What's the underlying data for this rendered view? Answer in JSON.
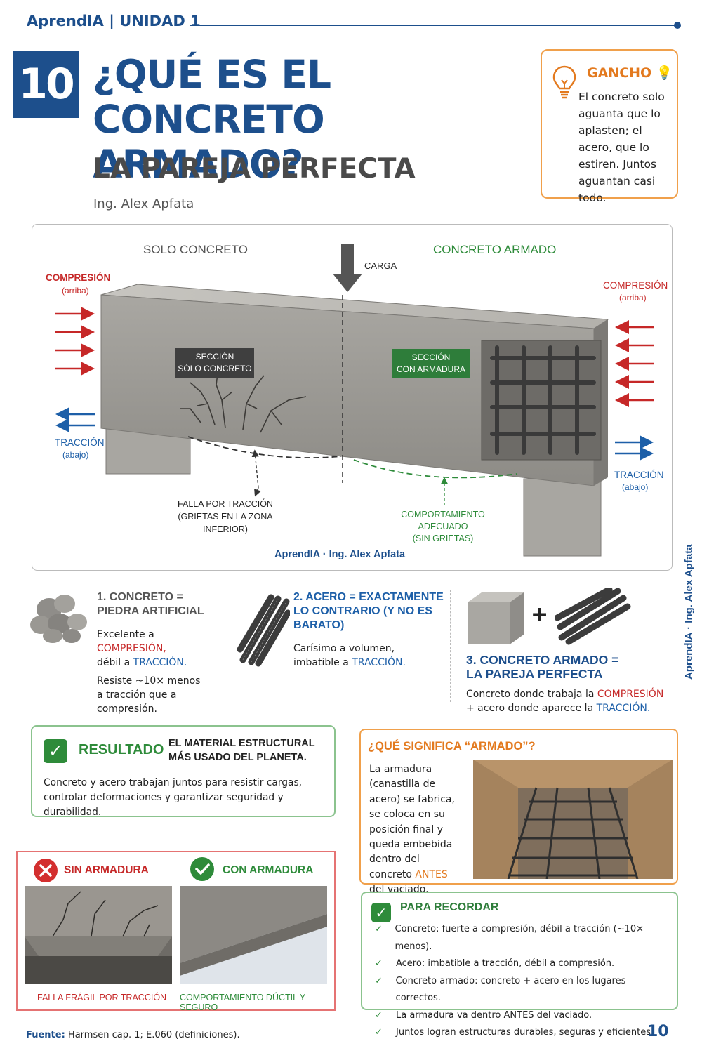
{
  "header": {
    "brand": "AprendIA | UNIDAD 1",
    "number": "10",
    "title_line1": "¿QUÉ ES EL",
    "title_line2": "CONCRETO ARMADO?",
    "subtitle": "LA PAREJA PERFECTA",
    "author": "Ing. Alex Apfata"
  },
  "gancho": {
    "title": "GANCHO 💡",
    "text": "El concreto solo aguanta que lo aplasten; el acero, que lo estiren. Juntos aguantan casi todo."
  },
  "diagram": {
    "left_title": "SOLO CONCRETO",
    "right_title": "CONCRETO ARMADO",
    "load": "CARGA",
    "comp_left": "COMPRESIÓN",
    "comp_left_sub": "(arriba)",
    "trac_left": "TRACCIÓN",
    "trac_left_sub": "(abajo)",
    "comp_right": "COMPRESIÓN",
    "comp_right_sub": "(arriba)",
    "trac_right": "TRACCIÓN",
    "trac_right_sub": "(abajo)",
    "tag_left_1": "SECCIÓN",
    "tag_left_2": "SÓLO CONCRETO",
    "tag_right_1": "SECCIÓN",
    "tag_right_2": "CON ARMADURA",
    "fail_1": "FALLA POR TRACCIÓN",
    "fail_2": "(GRIETAS EN LA ZONA INFERIOR)",
    "ok_1": "COMPORTAMIENTO ADECUADO",
    "ok_2": "(SIN GRIETAS)",
    "credit": "AprendIA · Ing. Alex Apfata"
  },
  "columns": [
    {
      "head1": "1. CONCRETO =",
      "head2": "PIEDRA ARTIFICIAL",
      "line1_a": "Excelente a ",
      "line1_b": "COMPRESIÓN,",
      "line2_a": "débil a ",
      "line2_b": "TRACCIÓN.",
      "line3": "Resiste ~10× menos",
      "line4": "a tracción que a compresión."
    },
    {
      "head1": "2. ACERO = EXACTAMENTE",
      "head2": "LO CONTRARIO (Y NO ES BARATO)",
      "line1": "Carísimo a volumen,",
      "line2_a": "imbatible a ",
      "line2_b": "TRACCIÓN."
    },
    {
      "plus": "+",
      "head1": "3. CONCRETO ARMADO =",
      "head2": "LA PAREJA PERFECTA",
      "line1_a": "Concreto donde trabaja la ",
      "line1_b": "COMPRESIÓN",
      "line2_a": "+ acero donde aparece la ",
      "line2_b": "TRACCIÓN."
    }
  ],
  "resultado": {
    "label": "RESULTADO",
    "head1": "EL MATERIAL ESTRUCTURAL",
    "head2": "MÁS USADO DEL PLANETA.",
    "text": "Concreto y acero trabajan juntos para resistir cargas, controlar deformaciones y garantizar seguridad y durabilidad."
  },
  "armado": {
    "title": "¿QUÉ SIGNIFICA “ARMADO”?",
    "text_a": "La armadura (canastilla de acero) se fabrica, se coloca en su posición final y queda embebida dentro del concreto ",
    "text_b": "ANTES",
    "text_c": " del vaciado."
  },
  "compare": {
    "left_label": "SIN ARMADURA",
    "right_label": "CON ARMADURA",
    "left_caption": "FALLA FRÁGIL POR TRACCIÓN",
    "right_caption": "COMPORTAMIENTO DÚCTIL Y SEGURO"
  },
  "recordar": {
    "title": "PARA RECORDAR",
    "items": [
      "Concreto: fuerte a compresión, débil a tracción (~10× menos).",
      "Acero: imbatible a tracción, débil a compresión.",
      "Concreto armado: concreto + acero en los lugares correctos.",
      "La armadura va dentro ANTES del vaciado.",
      "Juntos logran estructuras durables, seguras y eficientes."
    ]
  },
  "footer": {
    "source_label": "Fuente:",
    "source_text": " Harmsen cap. 1; E.060 (definiciones).",
    "page": "10",
    "vertical": "AprendIA · Ing. Alex Apfata"
  },
  "colors": {
    "brand_blue": "#1d4f8c",
    "orange": "#e37a1f",
    "green": "#2e8b3a",
    "red": "#c62828"
  }
}
